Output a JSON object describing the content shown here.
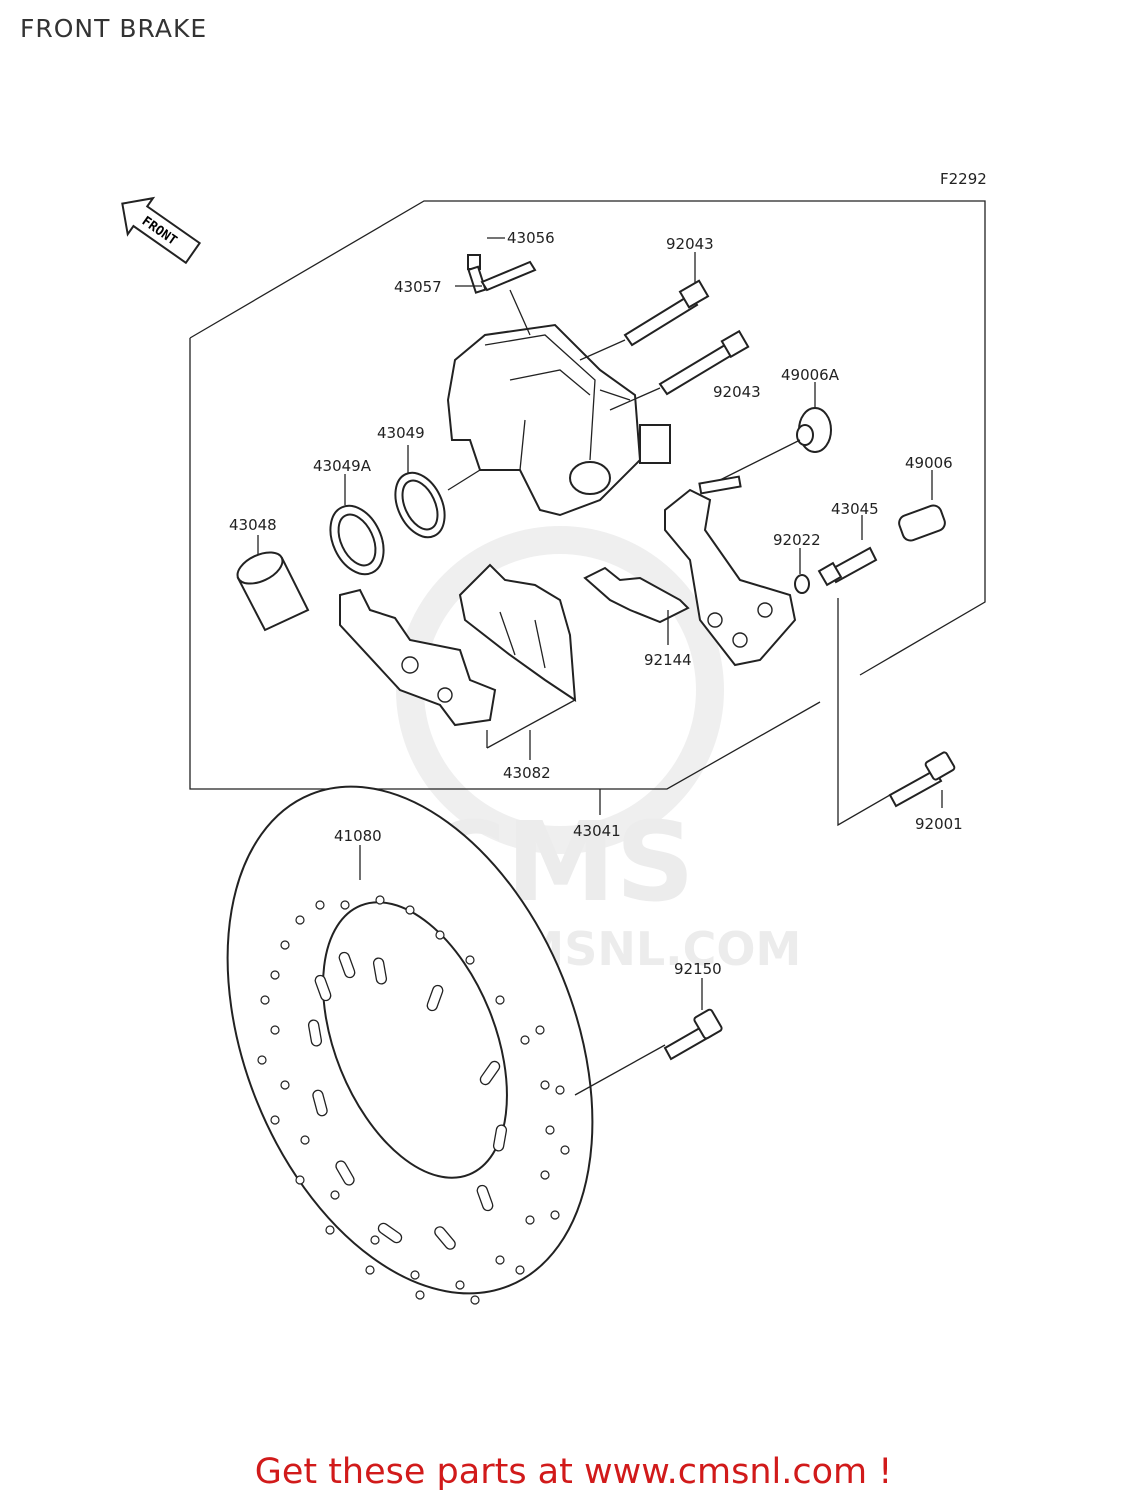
{
  "title": "FRONT BRAKE",
  "figure_code": "F2292",
  "front_marker": "FRONT",
  "watermark": {
    "brand": "CMS",
    "url": "WWW.CMSNL.COM"
  },
  "parts": {
    "p43056": "43056",
    "p43057": "43057",
    "p92043a": "92043",
    "p92043b": "92043",
    "p49006A": "49006A",
    "p43049": "43049",
    "p43049A": "43049A",
    "p49006": "49006",
    "p43048": "43048",
    "p43045": "43045",
    "p92022": "92022",
    "p92144": "92144",
    "p43082": "43082",
    "p41080": "41080",
    "p43041": "43041",
    "p92001": "92001",
    "p92150": "92150"
  },
  "cta": "Get these parts at www.cmsnl.com !",
  "colors": {
    "cta": "#d11a1a",
    "lines": "#222222",
    "watermark": "#e8e8e8"
  }
}
